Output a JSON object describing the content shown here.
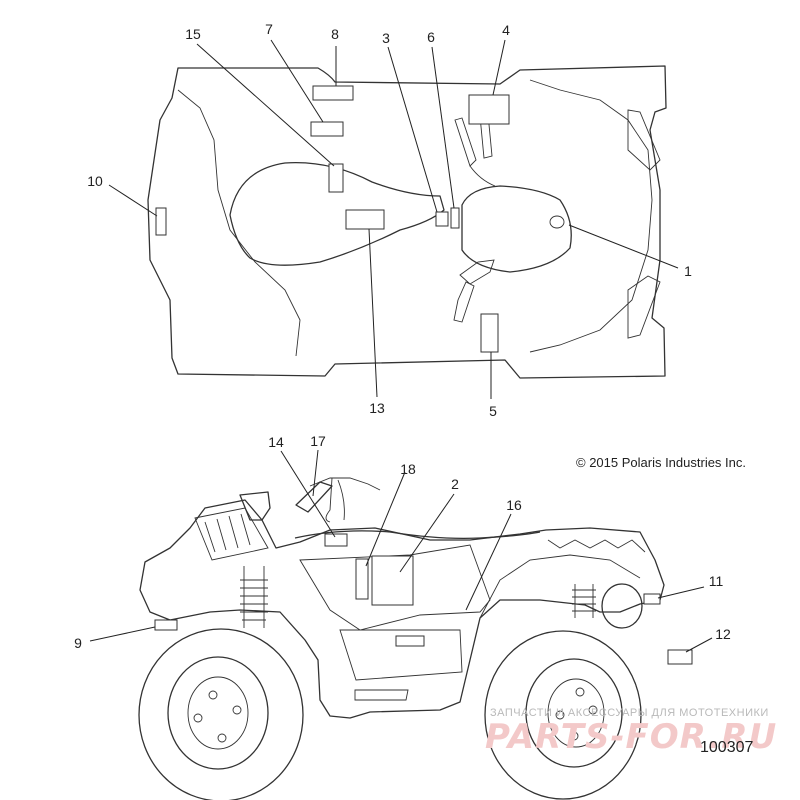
{
  "copyright": "© 2015 Polaris Industries Inc.",
  "diagram_id": "100307",
  "watermark": {
    "tagline": "ЗАПЧАСТИ И АКСЕССУАРЫ ДЛЯ МОТОТЕХНИКИ",
    "brand": "PARTS-FOR.RU"
  },
  "callouts": {
    "c1": "1",
    "c2": "2",
    "c3": "3",
    "c4": "4",
    "c5": "5",
    "c6": "6",
    "c7": "7",
    "c8": "8",
    "c9": "9",
    "c10": "10",
    "c11": "11",
    "c12": "12",
    "c13": "13",
    "c14": "14",
    "c15": "15",
    "c16": "16",
    "c17": "17"
  }
}
